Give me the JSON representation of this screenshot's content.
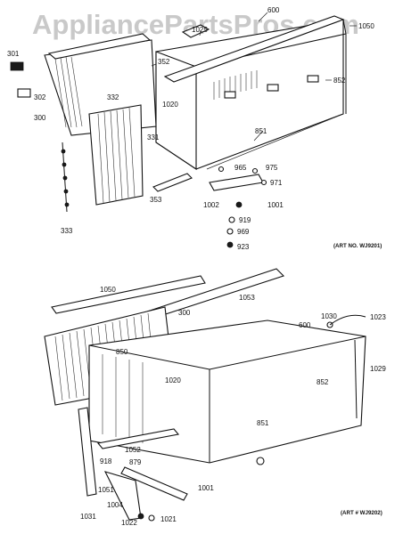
{
  "watermark": "AppliancePartsPros.com",
  "diagram_top": {
    "art_label": "(ART NO. WJ9201)",
    "parts": [
      "600",
      "1025",
      "1050",
      "301",
      "302",
      "300",
      "352",
      "332",
      "1020",
      "852",
      "331",
      "851",
      "965",
      "975",
      "971",
      "353",
      "1002",
      "1001",
      "919",
      "969",
      "923",
      "333"
    ]
  },
  "diagram_bottom": {
    "art_label": "(ART # WJ9202)",
    "parts": [
      "1050",
      "1053",
      "300",
      "600",
      "1030",
      "1023",
      "850",
      "1029",
      "852",
      "1020",
      "851",
      "1052",
      "879",
      "918",
      "1051",
      "1001",
      "1004",
      "1031",
      "1022",
      "1021"
    ]
  }
}
